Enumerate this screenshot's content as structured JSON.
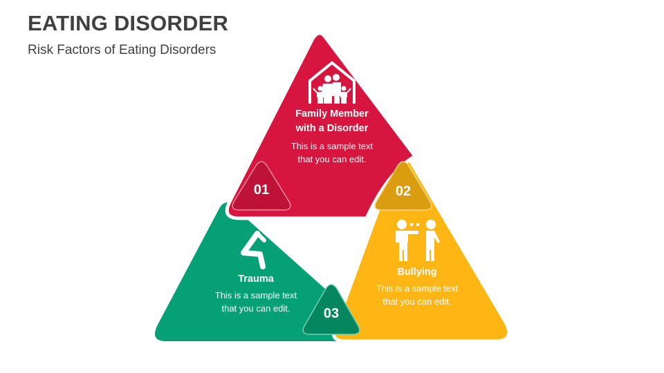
{
  "header": {
    "title": "EATING DISORDER",
    "subtitle": "Risk Factors of Eating Disorders"
  },
  "colors": {
    "red": "#D6163F",
    "red_badge": "#BE1238",
    "yellow": "#FDB614",
    "yellow_badge": "#DA9D10",
    "green": "#06A077",
    "green_badge": "#04875F",
    "text": "#404040"
  },
  "factors": [
    {
      "number": "01",
      "title_line1": "Family Member",
      "title_line2": "with a Disorder",
      "desc_line1": "This is a sample text",
      "desc_line2": "that you can edit.",
      "icon": "family-house-icon",
      "color": "#D6163F"
    },
    {
      "number": "02",
      "title_line1": "Bullying",
      "desc_line1": "This is a sample text",
      "desc_line2": "that you can edit.",
      "icon": "bullying-icon",
      "color": "#FDB614"
    },
    {
      "number": "03",
      "title_line1": "Trauma",
      "desc_line1": "This is a sample text",
      "desc_line2": "that you can edit.",
      "icon": "trauma-person-icon",
      "color": "#06A077"
    }
  ]
}
